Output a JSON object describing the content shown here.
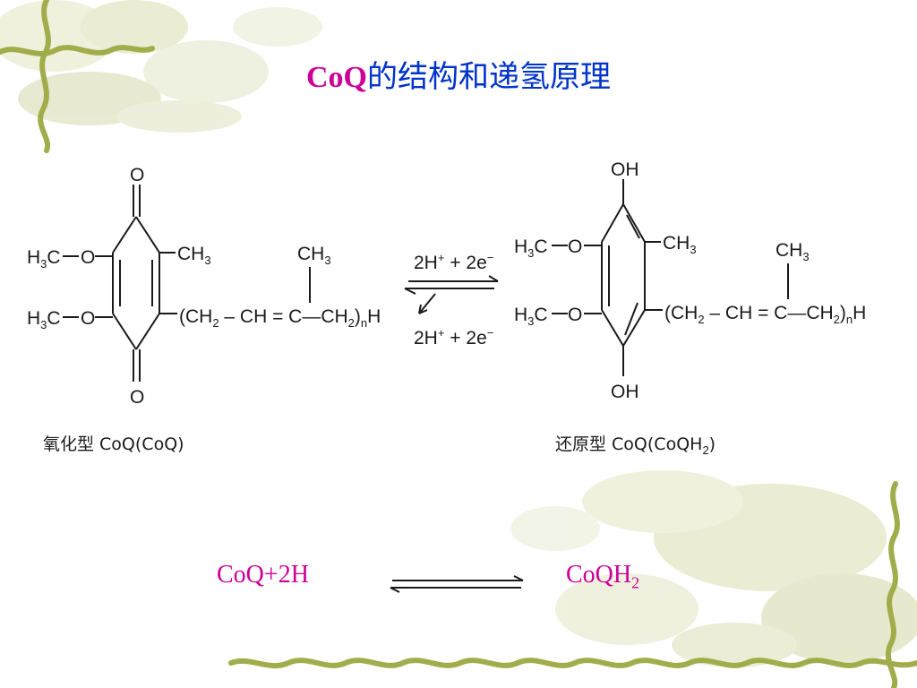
{
  "title": {
    "prefix": "CoQ",
    "text": "的结构和递氢原理"
  },
  "oxidized": {
    "top_group": "O",
    "bottom_group": "O",
    "methoxy_1_c": "H",
    "methoxy_1_sub": "3",
    "methoxy_1_tail": "C",
    "methoxy_o": "O",
    "methyl": "CH",
    "methyl_sub": "3",
    "side_chain": "(CH",
    "side_chain_sub": "2",
    "side_chain_mid": " – CH = C—CH",
    "side_chain_sub2": "2",
    "side_chain_end": ")",
    "side_chain_n": "n",
    "side_chain_h": "H",
    "branch_methyl": "CH",
    "branch_methyl_sub": "3",
    "caption": "氧化型 CoQ(CoQ)"
  },
  "reduced": {
    "top_group": "OH",
    "bottom_group": "OH",
    "caption_main": "还原型 CoQ(CoQH",
    "caption_sub": "2",
    "caption_end": ")"
  },
  "middle": {
    "upper": "2H",
    "upper_sup": "+",
    "upper_mid": " + 2e",
    "upper_sup2": "−",
    "lower": "2H",
    "lower_sup": "+",
    "lower_mid": " + 2e",
    "lower_sup2": "−"
  },
  "equation": {
    "left": "CoQ+2H",
    "right_main": "CoQH",
    "right_sub": "2"
  },
  "colors": {
    "title": "#0033cc",
    "accent": "#cc0099",
    "vine": "#9aa848",
    "leaf": "#e6e8cf"
  }
}
